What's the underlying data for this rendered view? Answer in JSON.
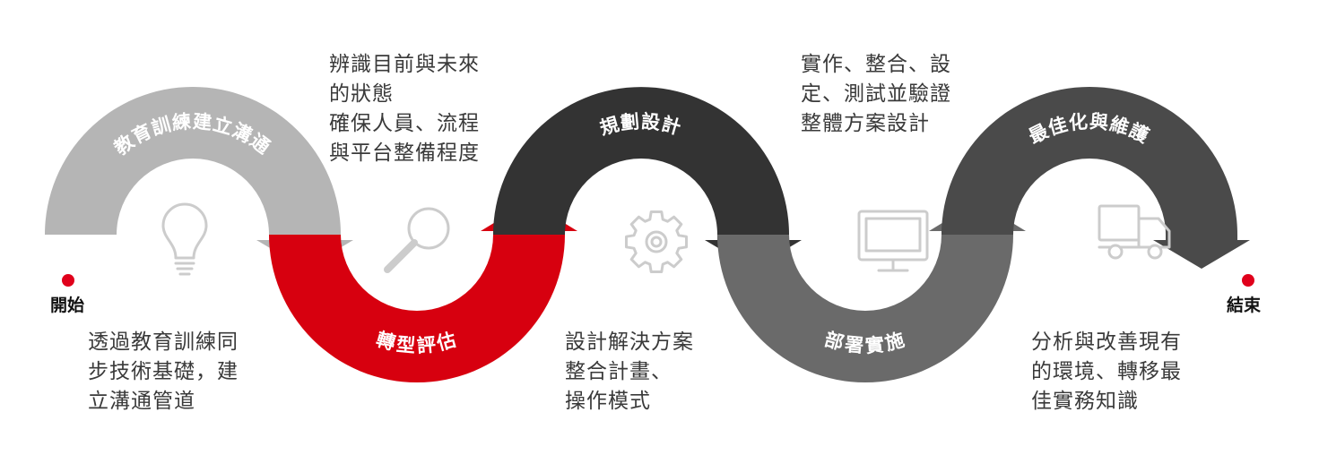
{
  "colors": {
    "stage1": "#b5b5b5",
    "stage2": "#d7000f",
    "stage3": "#333333",
    "stage4": "#6a6a6a",
    "stage5": "#4a4a4a",
    "icon": "#cccccc",
    "dot": "#e0001b"
  },
  "start_label": "開始",
  "end_label": "結束",
  "stages": [
    {
      "label": "教育訓練建立溝通",
      "icon": "lightbulb-icon"
    },
    {
      "label": "轉型評估",
      "icon": "magnifier-icon"
    },
    {
      "label": "規劃設計",
      "icon": "gear-icon"
    },
    {
      "label": "部署實施",
      "icon": "monitor-icon"
    },
    {
      "label": "最佳化與維護",
      "icon": "truck-icon"
    }
  ],
  "descriptions": {
    "stage1": [
      "透過教育訓練同",
      "步技術基礎，建",
      "立溝通管道"
    ],
    "stage2": [
      "辨識目前與未來",
      "的狀態",
      "確保人員、流程",
      "與平台整備程度"
    ],
    "stage3": [
      "設計解決方案",
      "整合計畫、",
      "操作模式"
    ],
    "stage4": [
      "實作、整合、設",
      "定、測試並驗證",
      "整體方案設計"
    ],
    "stage5": [
      "分析與改善現有",
      "的環境、轉移最",
      "佳實務知識"
    ]
  }
}
